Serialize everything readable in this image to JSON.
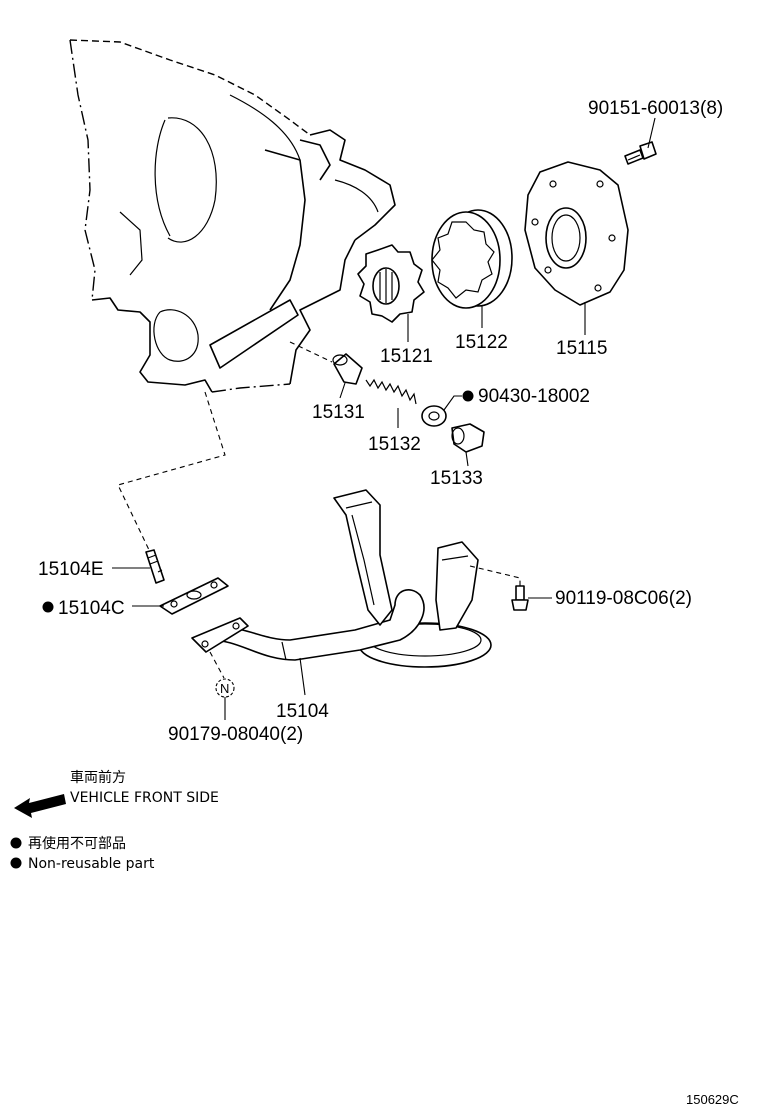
{
  "parts": {
    "p90151": "90151-60013(8)",
    "p15115": "15115",
    "p15122": "15122",
    "p15121": "15121",
    "p90430": "90430-18002",
    "p15131": "15131",
    "p15132": "15132",
    "p15133": "15133",
    "p15104E": "15104E",
    "p15104C": "15104C",
    "p90119": "90119-08C06(2)",
    "p15104": "15104",
    "p90179": "90179-08040(2)"
  },
  "markers": {
    "n_symbol": "N"
  },
  "legend": {
    "front_jp": "車両前方",
    "front_en": "VEHICLE FRONT SIDE",
    "nonreuse_jp": "再使用不可部品",
    "nonreuse_en": "Non-reusable part"
  },
  "illustration_code": "150629C"
}
